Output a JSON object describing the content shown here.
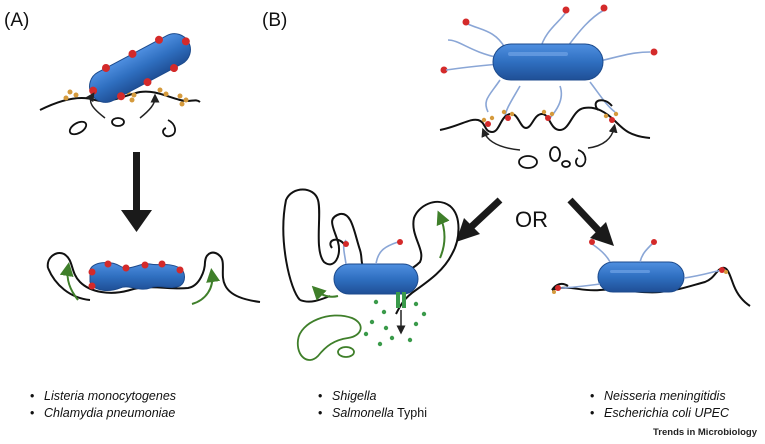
{
  "panels": {
    "a_label": "(A)",
    "b_label": "(B)",
    "or_label": "OR"
  },
  "species_lists": {
    "a": [
      {
        "italic": "Listeria monocytogenes",
        "plain": ""
      },
      {
        "italic": "Chlamydia pneumoniae",
        "plain": ""
      }
    ],
    "b_left": [
      {
        "italic": "Shigella",
        "plain": ""
      },
      {
        "italic": "Salmonella",
        "plain": " Typhi"
      }
    ],
    "b_right": [
      {
        "italic": "Neisseria meningitidis",
        "plain": ""
      },
      {
        "italic": "Escherichia coli UPEC",
        "plain": ""
      }
    ]
  },
  "journal": "Trends in Microbiology",
  "colors": {
    "bacterium": "#2f6fc0",
    "adhesin": "#d42a2a",
    "pilus": "#8aa6d6",
    "receptor": "#d59a3c",
    "ruffle_arrow": "#3f7f2a",
    "secretion": "#3a9a4a",
    "membrane": "#111111"
  },
  "icons": {
    "arrow": "black-arrow-icon"
  }
}
